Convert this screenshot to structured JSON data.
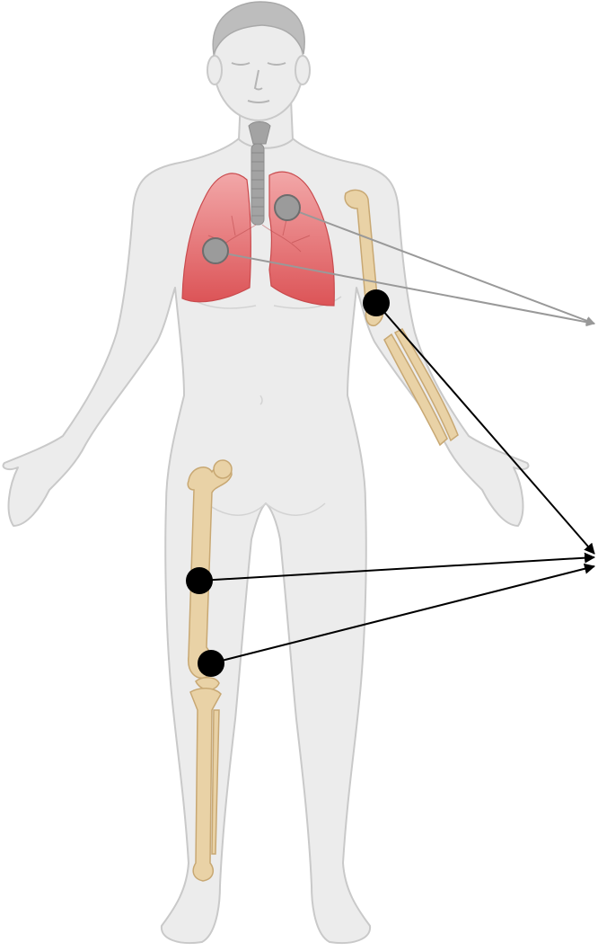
{
  "figure": {
    "subject": "human-body-anatomy",
    "organs": [
      {
        "name": "lungs",
        "color": "#e15c60"
      },
      {
        "name": "trachea",
        "color": "#9a9a9a"
      },
      {
        "name": "humerus",
        "color": "#e9d2a6"
      },
      {
        "name": "radius-ulna",
        "color": "#e9d2a6"
      },
      {
        "name": "femur",
        "color": "#e9d2a6"
      },
      {
        "name": "tibia-fibula",
        "color": "#e9d2a6"
      }
    ],
    "colors": {
      "body_fill": "#ececec",
      "body_stroke": "#c9c9c9",
      "bone_fill": "#e9d2a6",
      "bone_stroke": "#c8a873",
      "lung_fill": "#e15c60",
      "gray_marker": "#9b9b9b",
      "black_marker": "#000000",
      "gray_arrow": "#999999",
      "black_arrow": "#000000"
    },
    "markers": [
      {
        "id": "right-lung-upper",
        "group": "gray"
      },
      {
        "id": "left-lung-mid",
        "group": "gray"
      },
      {
        "id": "humerus-distal",
        "group": "black"
      },
      {
        "id": "femur-mid",
        "group": "black"
      },
      {
        "id": "femur-distal",
        "group": "black"
      }
    ],
    "arrows": [
      {
        "from": "right-lung-upper",
        "target": "gray-target"
      },
      {
        "from": "left-lung-mid",
        "target": "gray-target"
      },
      {
        "from": "humerus-distal",
        "target": "black-target"
      },
      {
        "from": "femur-mid",
        "target": "black-target"
      },
      {
        "from": "femur-distal",
        "target": "black-target"
      }
    ]
  }
}
